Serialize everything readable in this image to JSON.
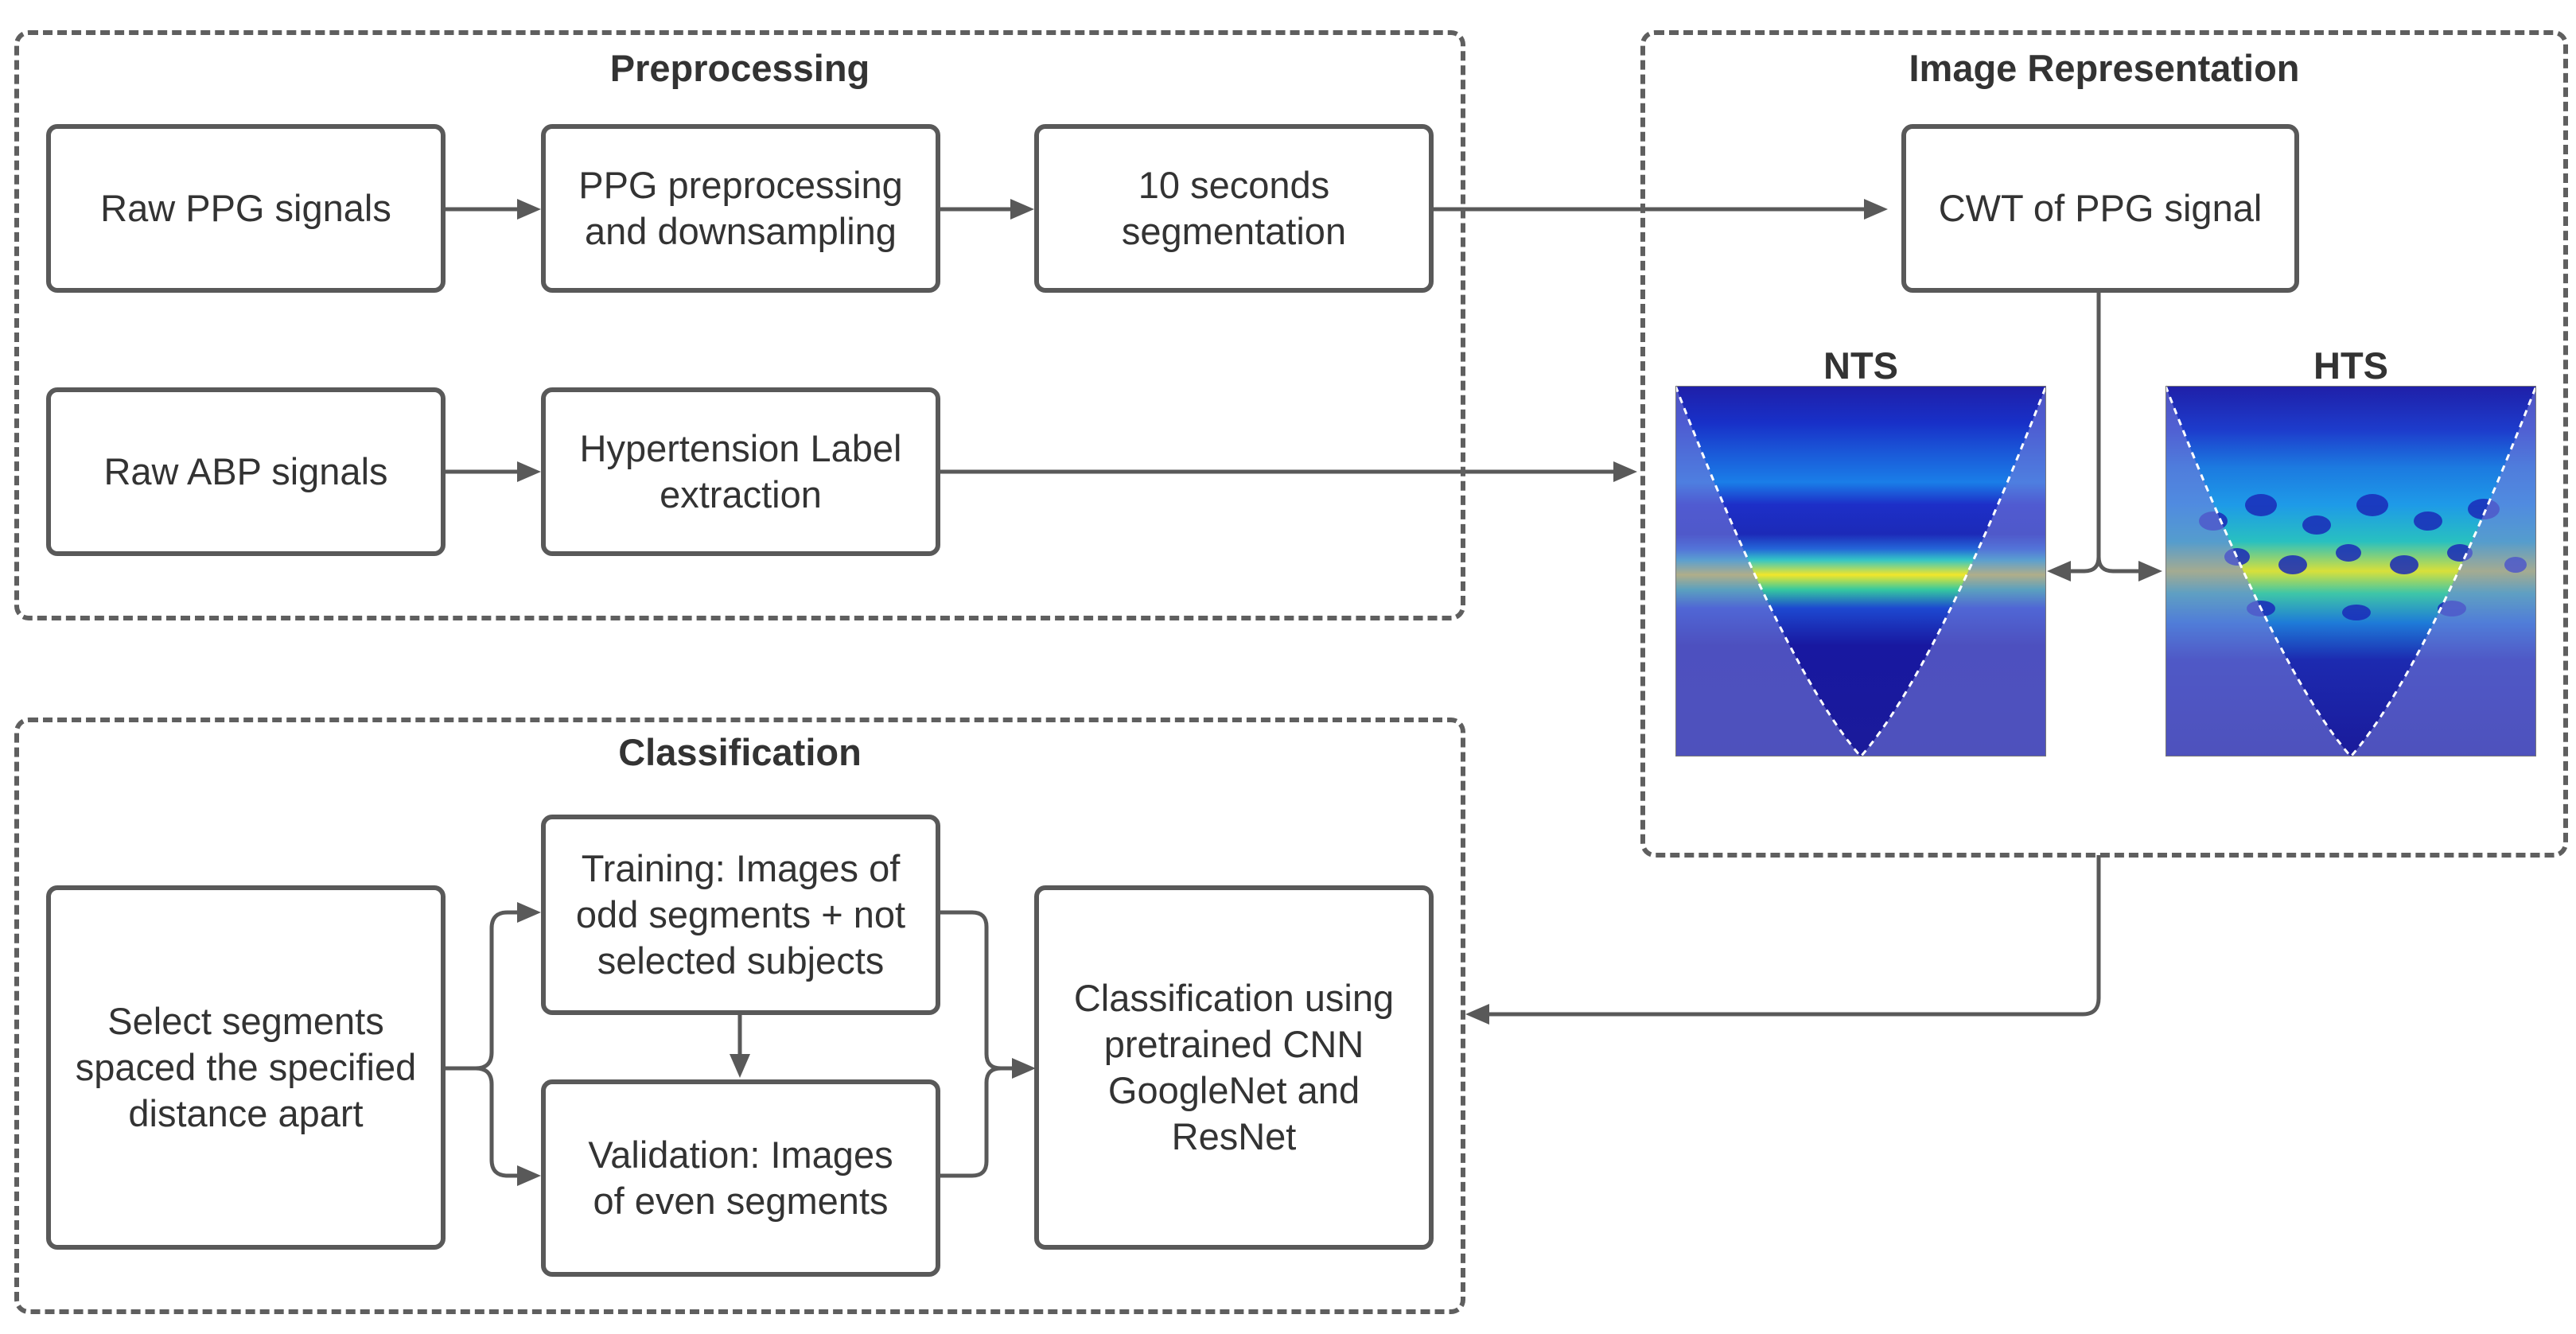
{
  "groups": {
    "preprocessing": "Preprocessing",
    "image_representation": "Image Representation",
    "classification": "Classification"
  },
  "boxes": {
    "raw_ppg": "Raw PPG signals",
    "ppg_preproc": "PPG preprocessing\nand downsampling",
    "segmentation": "10 seconds\nsegmentation",
    "raw_abp": "Raw ABP signals",
    "label_extract": "Hypertension Label\nextraction",
    "cwt": "CWT of PPG signal",
    "select_segments": "Select segments\nspaced the specified\ndistance apart",
    "training": "Training: Images of\nodd segments + not\nselected subjects",
    "validation": "Validation: Images\nof even segments",
    "classify": "Classification using\npretrained CNN\nGoogleNet and\nResNet"
  },
  "scalograms": {
    "nts": "NTS",
    "hts": "HTS"
  },
  "colors": {
    "border": "#595959",
    "text": "#333333",
    "scalogram_bg": "#3a2fc8",
    "scalogram_band": "#f2e62a"
  }
}
